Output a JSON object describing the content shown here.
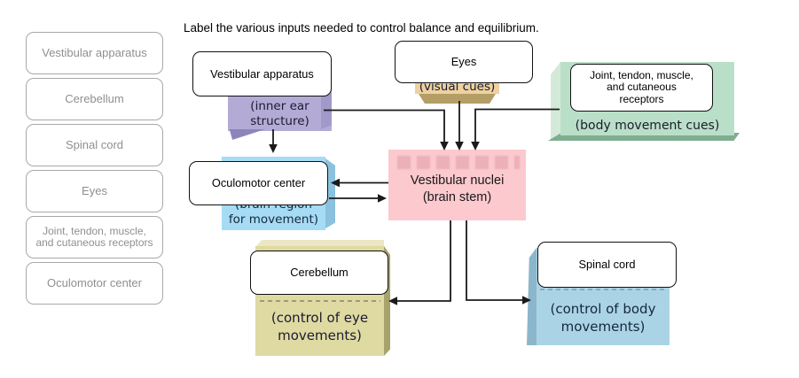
{
  "title": "Label the various inputs needed to control balance and equilibrium.",
  "word_bank": {
    "items": [
      {
        "label": "Vestibular apparatus"
      },
      {
        "label": "Cerebellum"
      },
      {
        "label": "Spinal cord"
      },
      {
        "label": "Eyes"
      },
      {
        "label": "Joint, tendon, muscle, and cutaneous receptors"
      },
      {
        "label": "Oculomotor center"
      }
    ]
  },
  "diagram": {
    "vestibular_apparatus": {
      "label": "Vestibular apparatus",
      "caption_line1": "(inner ear",
      "caption_line2": "structure)"
    },
    "eyes": {
      "label": "Eyes",
      "caption": "(visual cues)"
    },
    "joint_receptors": {
      "label": "Joint, tendon, muscle, and cutaneous receptors",
      "caption": "(body movement cues)"
    },
    "vestibular_nuclei": {
      "line1": "Vestibular nuclei",
      "line2": "(brain stem)"
    },
    "oculomotor_center": {
      "label": "Oculomotor center",
      "caption_line1": "(brain region",
      "caption_line2": "for movement)"
    },
    "cerebellum": {
      "label": "Cerebellum",
      "caption_line1": "(control of eye",
      "caption_line2": "movements)"
    },
    "spinal_cord": {
      "label": "Spinal cord",
      "caption_line1": "(control of body",
      "caption_line2": "movements)"
    }
  },
  "colors": {
    "inner_ear_box": "#b3abd5",
    "visual_cues_box": "#edd1a0",
    "body_cues_box": "#badfc8",
    "vestibular_nuclei_box": "#fbc9ce",
    "oculomotor_box": "#a5dbf5",
    "cerebellum_box": "#dfdaa2",
    "spinal_cord_box": "#aad4e6",
    "connector": "#1a1a1a"
  }
}
